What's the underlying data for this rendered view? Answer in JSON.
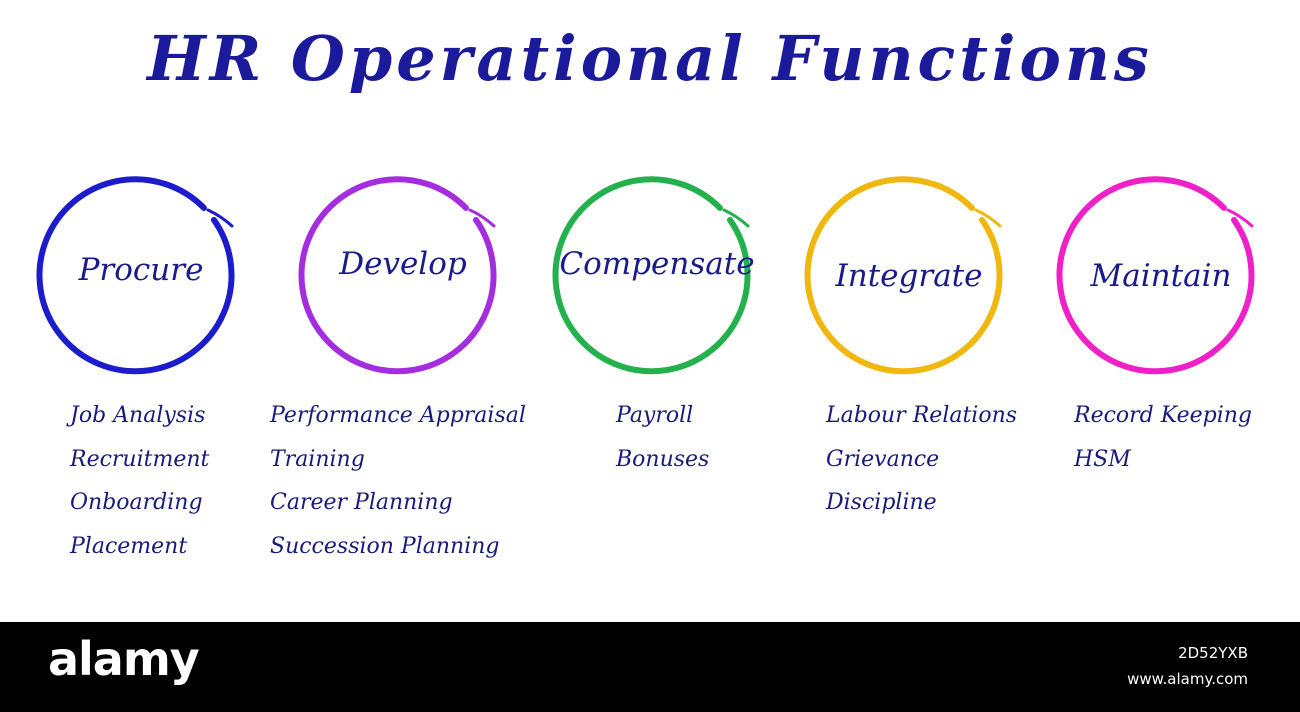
{
  "title": "HR Operational Functions",
  "functions": [
    {
      "label": "Procure",
      "color": "#1c1ccc",
      "items": [
        "Job Analysis",
        "Recruitment",
        "Onboarding",
        "Placement"
      ]
    },
    {
      "label": "Develop",
      "color": "#a42de0",
      "items": [
        "Performance Appraisal",
        "Training",
        "Career Planning",
        "Succession Planning"
      ]
    },
    {
      "label": "Compensate",
      "color": "#22b14c",
      "items": [
        "Payroll",
        "Bonuses"
      ]
    },
    {
      "label": "Integrate",
      "color": "#f0b80e",
      "items": [
        "Labour Relations",
        "Grievance",
        "Discipline"
      ]
    },
    {
      "label": "Maintain",
      "color": "#f020c8",
      "items": [
        "Record Keeping",
        "HSM"
      ]
    }
  ],
  "watermark": {
    "brand": "alamy",
    "image_id": "2D52YXB",
    "site": "www.alamy.com"
  }
}
